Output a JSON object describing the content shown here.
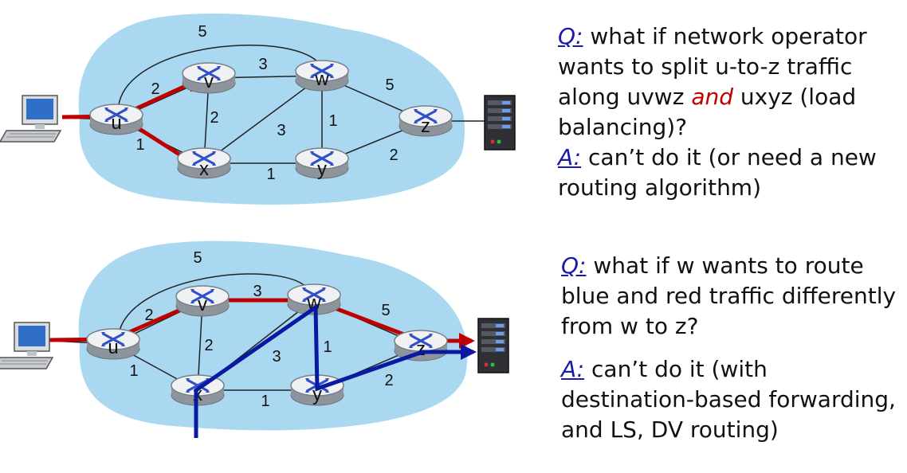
{
  "colors": {
    "cloud": "#a9d8f0",
    "router_top": "#f2f2f2",
    "router_side": "#9aa0a8",
    "router_x": "#3050c8",
    "red_path": "#c00000",
    "blue_path": "#0a1aa0",
    "link": "#222222"
  },
  "diagram1": {
    "routers": [
      "u",
      "v",
      "w",
      "x",
      "y",
      "z"
    ],
    "weights": {
      "uw": "5",
      "uv": "2",
      "vw": "3",
      "wz": "5",
      "vx": "2",
      "xw": "3",
      "wy": "1",
      "ux": "1",
      "xy": "1",
      "yz": "2"
    },
    "paths": [
      "red u→v",
      "red u→x"
    ],
    "icons": [
      "laptop-icon",
      "server-icon"
    ]
  },
  "diagram2": {
    "routers": [
      "u",
      "v",
      "w",
      "x",
      "y",
      "z"
    ],
    "weights": {
      "uw": "5",
      "uv": "2",
      "vw": "3",
      "wz": "5",
      "vx": "2",
      "xw": "3",
      "wy": "1",
      "ux": "1",
      "xy": "1",
      "yz": "2"
    },
    "paths": [
      "red u→v→w→z",
      "blue x→w→y→z"
    ],
    "icons": [
      "laptop-icon",
      "server-icon"
    ]
  },
  "text1": {
    "q_label": "Q:",
    "q_part1": " what if network operator",
    "q_part2": "wants to split  u-to-z traffic",
    "q_part3": "along uvwz ",
    "q_and": "and",
    "q_part4": " uxyz (load",
    "q_part5": "balancing)?",
    "a_label": "A:",
    "a_part1": " can’t do it (or need a new",
    "a_part2": "routing algorithm)"
  },
  "text2": {
    "q_label": "Q:",
    "q_part1": " what if w wants to route",
    "q_part2": "blue and red traffic differently",
    "q_part3": "from w to z?",
    "a_label": "A:",
    "a_part1": " can’t do it (with",
    "a_part2": "destination-based forwarding,",
    "a_part3": "and LS, DV routing)"
  }
}
